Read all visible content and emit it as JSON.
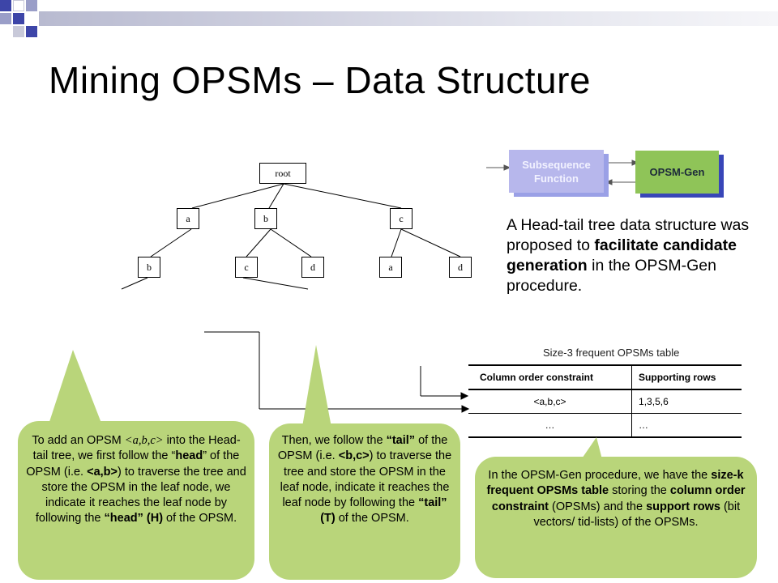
{
  "title": "Mining OPSMs – Data Structure",
  "tree": {
    "root": "root",
    "level1": [
      "a",
      "b",
      "c"
    ],
    "level2": [
      "b",
      "c",
      "d",
      "a",
      "d"
    ]
  },
  "flow": {
    "subsequence_label": "Subsequence Function",
    "opsm_gen_label": "OPSM-Gen"
  },
  "description": {
    "part1": "A Head-tail tree data structure was proposed to ",
    "bold": "facilitate candidate generation",
    "part2": " in the OPSM-Gen procedure."
  },
  "table": {
    "caption": "Size-3 frequent OPSMs table",
    "headers": [
      "Column order constraint",
      "Supporting rows"
    ],
    "rows": [
      [
        "<a,b,c>",
        "1,3,5,6"
      ],
      [
        "…",
        "…"
      ]
    ]
  },
  "bubbles": {
    "head": {
      "t1": "To add an OPSM ",
      "t2": "<a,b,c>",
      "t3": " into the Head-tail tree, we first follow the “",
      "t4": "head",
      "t5": "” of the OPSM (i.e. ",
      "t6": "<a,b>",
      "t7": ") to traverse the tree and store the OPSM in the leaf node, we indicate it reaches the leaf node by following the ",
      "t8": "“head” (H)",
      "t9": " of the OPSM."
    },
    "tail": {
      "t1": "Then, we follow the ",
      "t2": "“tail”",
      "t3": " of the OPSM (i.e. ",
      "t4": "<b,c>",
      "t5": ") to traverse the tree and store the OPSM in the leaf node, indicate it reaches the leaf node by following the ",
      "t6": "“tail” (T)",
      "t7": " of the OPSM."
    },
    "table_note": {
      "t1": "In the OPSM-Gen procedure, we have the ",
      "t2": "size-k frequent OPSMs table",
      "t3": " storing the ",
      "t4": "column order constraint",
      "t5": " (OPSMs) and the ",
      "t6": "support rows",
      "t7": " (bit vectors/ tid-lists) of the OPSMs."
    }
  },
  "colors": {
    "accent_green": "#b9d57a",
    "box_green": "#8fc458",
    "box_lavender": "#b7b7ec",
    "title_bar": "#c8c9d9"
  }
}
